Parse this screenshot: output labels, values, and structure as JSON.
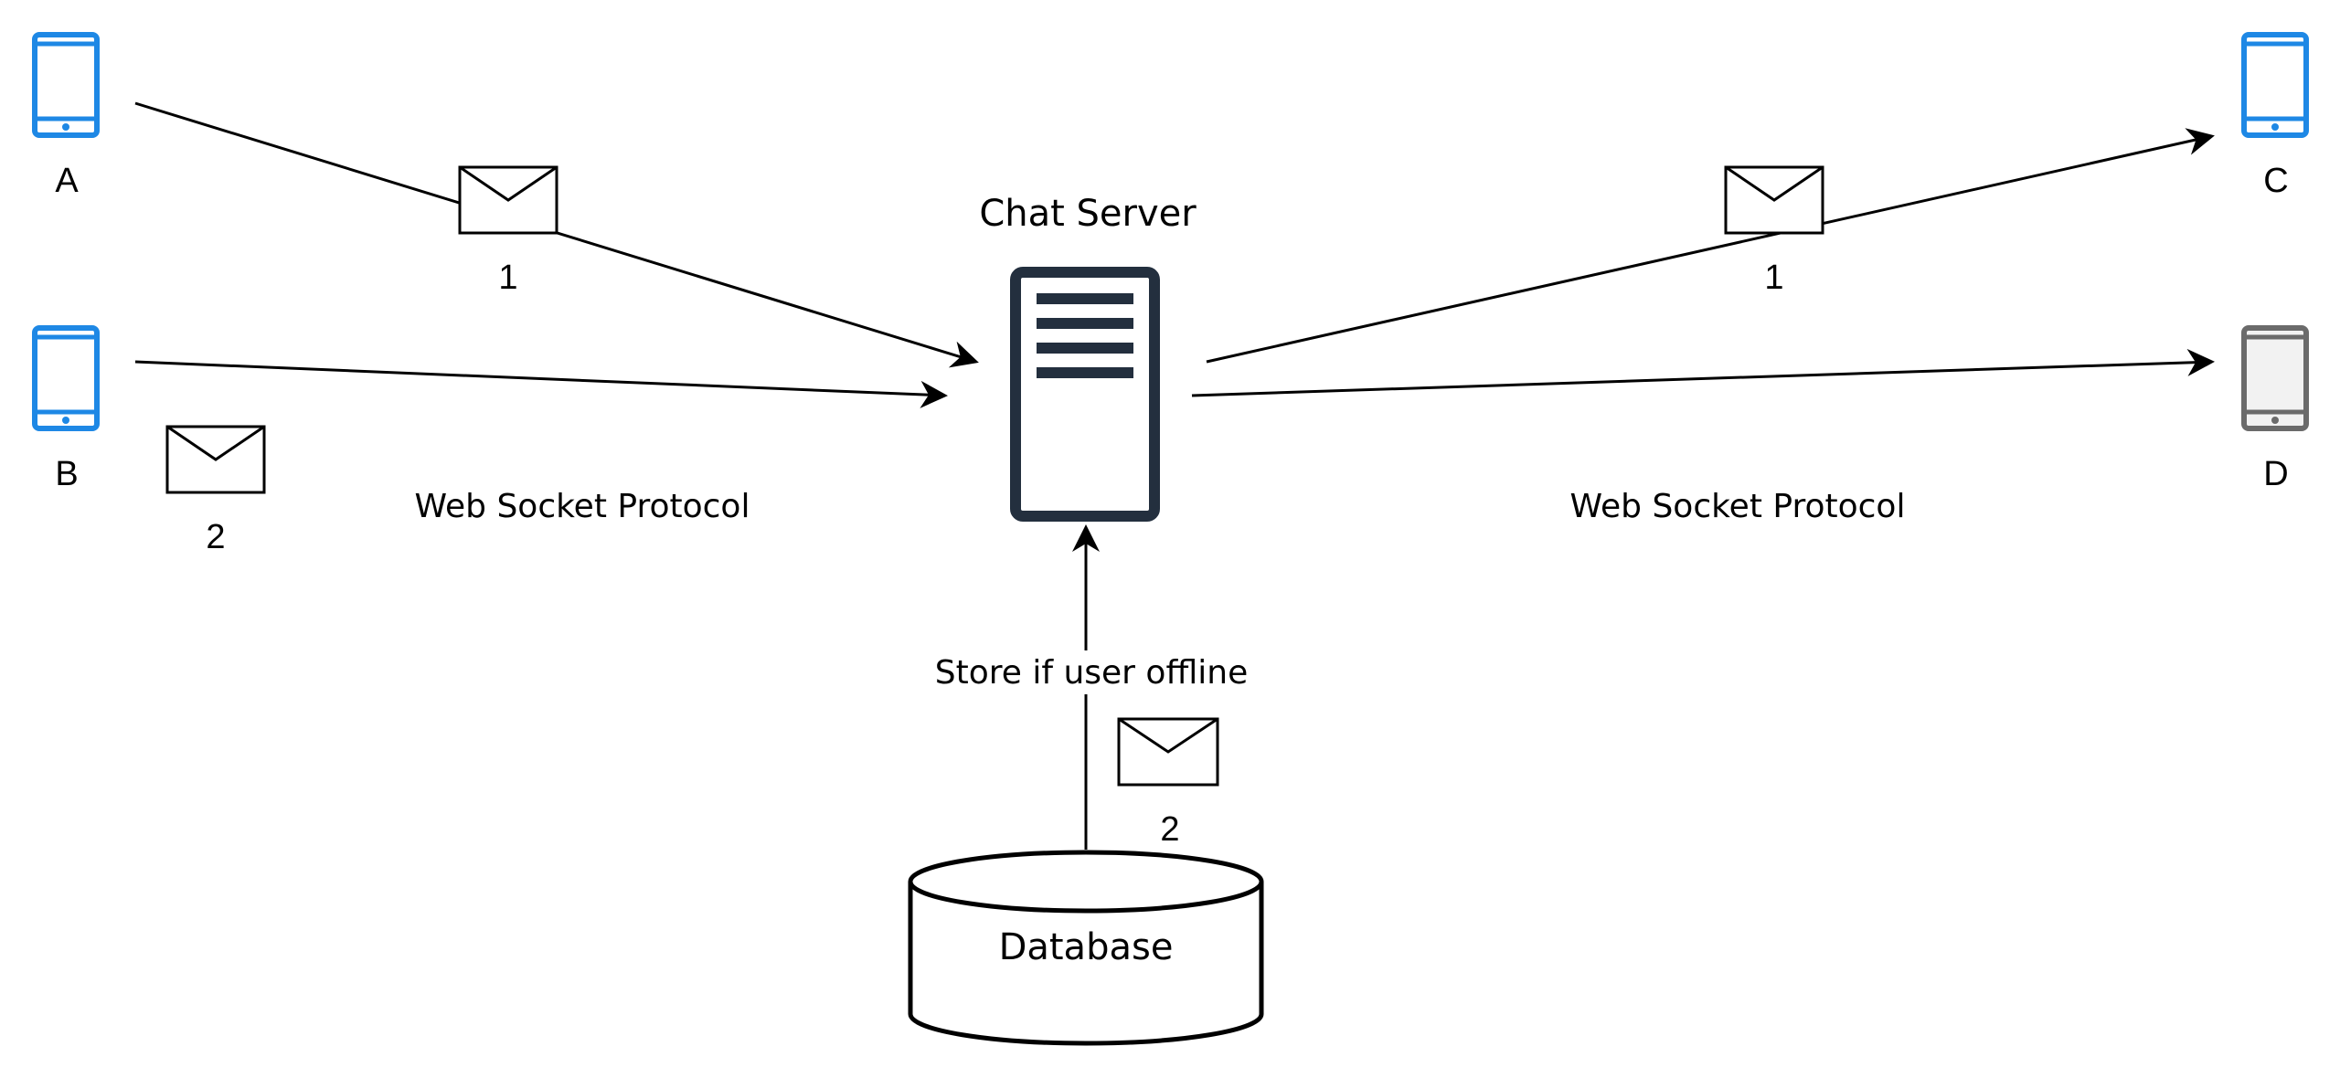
{
  "server": {
    "label": "Chat Server"
  },
  "database": {
    "label": "Database"
  },
  "devices": [
    {
      "id": "a",
      "label": "A",
      "status": "online"
    },
    {
      "id": "b",
      "label": "B",
      "status": "online"
    },
    {
      "id": "c",
      "label": "C",
      "status": "online"
    },
    {
      "id": "d",
      "label": "D",
      "status": "offline"
    }
  ],
  "messages": [
    {
      "id": "msg-a-1",
      "number": "1"
    },
    {
      "id": "msg-b-2",
      "number": "2"
    },
    {
      "id": "msg-c-1",
      "number": "1"
    },
    {
      "id": "msg-db-2",
      "number": "2"
    }
  ],
  "labels": {
    "protocol_left": "Web Socket Protocol",
    "protocol_right": "Web Socket Protocol",
    "store_note": "Store if user offline"
  },
  "colors": {
    "online_device": "#1E88E5",
    "offline_device": "#6B6B6B",
    "server": "#232F3E",
    "line": "#000000"
  }
}
